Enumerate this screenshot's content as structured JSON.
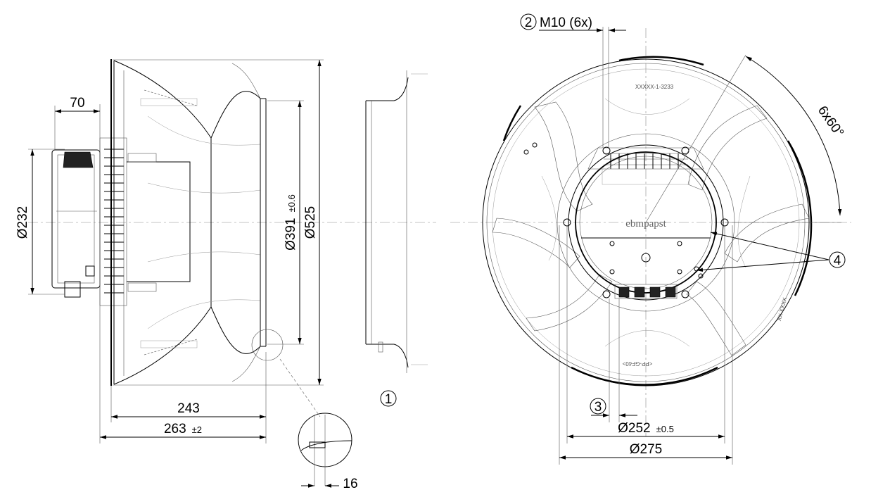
{
  "drawing": {
    "side_view": {
      "dim_hub_depth": "70",
      "dim_motor_dia": "Ø232",
      "dim_inner_dia_main": "Ø391",
      "dim_inner_dia_tol": "±0.6",
      "dim_outer_dia": "Ø525",
      "dim_length_243": "243",
      "dim_length_263_main": "263",
      "dim_length_263_tol": "±2",
      "dim_detail_16": "16"
    },
    "front_view": {
      "callout_1": "1",
      "callout_2": "2",
      "callout_2_label": "M10 (6x)",
      "callout_3": "3",
      "callout_4": "4",
      "angle_label": "6x60°",
      "dim_bolt_circle_main": "Ø252",
      "dim_bolt_circle_tol": "±0.5",
      "dim_flange_dia": "Ø275",
      "brand_logo": "ebmpapst",
      "part_code": "XXXXX-1-3233",
      "rim_mark_right": "XX XXXX",
      "rim_mark_bottom": "<PP-GF40>"
    }
  }
}
